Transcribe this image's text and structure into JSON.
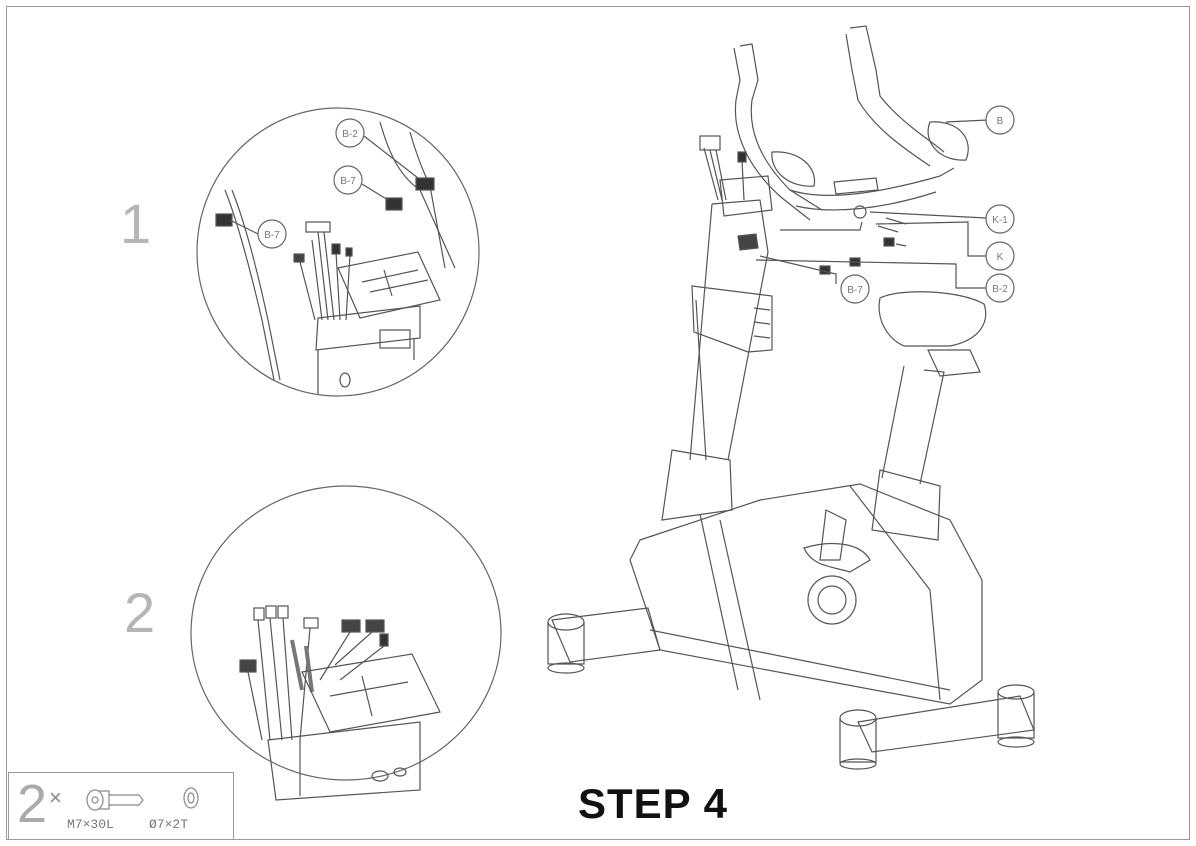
{
  "step_title": "STEP 4",
  "detail_views": [
    {
      "number": "1",
      "labels": [
        "B-2",
        "B-7",
        "B-7"
      ]
    },
    {
      "number": "2"
    }
  ],
  "main_labels": [
    "B",
    "K-1",
    "K",
    "B-7",
    "B-2"
  ],
  "hardware": {
    "quantity": "2",
    "times": "×",
    "bolt_spec": "M7×30L",
    "washer_spec": "Ø7×2T"
  }
}
